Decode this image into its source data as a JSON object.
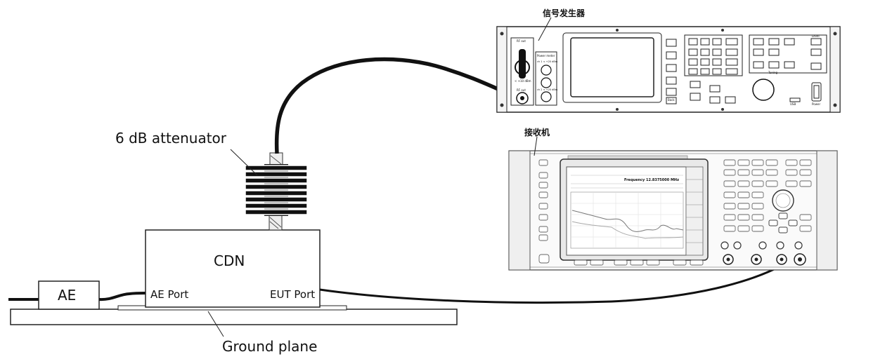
{
  "labels": {
    "attenuator": "6 dB attenuator",
    "cdn": "CDN",
    "ae": "AE",
    "ae_port": "AE Port",
    "eut_port": "EUT Port",
    "ground_plane": "Ground plane",
    "signal_generator": "信号发生器",
    "receiver": "接收机"
  },
  "signal_generator_panel": {
    "rf_out_top": "RF out",
    "rf_out_bottom": "RF out",
    "max_level": "< +10 dBm",
    "power_meter": "Power meter",
    "ch1_max": "ch 1 < +20 dBm",
    "ch2_max": "ch 2 < +20 dBm",
    "level": "Level",
    "tuning": "Tuning",
    "usb": "USB",
    "power": "Power",
    "back": "Back"
  },
  "receiver_panel": {
    "frequency_readout": "Frequency 12.8375000 MHz"
  }
}
